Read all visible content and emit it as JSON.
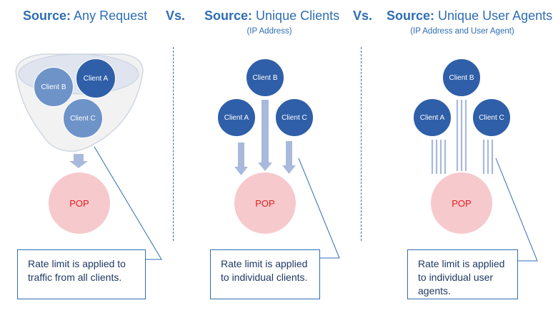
{
  "panels": [
    {
      "source_label": "Source:",
      "source_value": "Any Request",
      "subtitle": "",
      "clients": [
        "Client A",
        "Client B",
        "Client C"
      ],
      "pop": "POP",
      "note": "Rate limit is applied to traffic from all clients."
    },
    {
      "source_label": "Source:",
      "source_value": "Unique Clients",
      "subtitle": "(IP Address)",
      "clients": [
        "Client A",
        "Client B",
        "Client C"
      ],
      "pop": "POP",
      "note": "Rate limit is applied to individual clients."
    },
    {
      "source_label": "Source:",
      "source_value": "Unique User Agents",
      "subtitle": "(IP Address and User Agent)",
      "clients": [
        "Client A",
        "Client B",
        "Client C"
      ],
      "pop": "POP",
      "note": "Rate limit is applied to individual user agents."
    }
  ],
  "vs_label": "Vs.",
  "colors": {
    "accent": "#2e6db4",
    "client": "#2f5fa8",
    "client_faded": "#6e93c9",
    "pop_fill": "#f6c9cd",
    "pop_text": "#e02020",
    "arrow": "#a9b9dc"
  }
}
